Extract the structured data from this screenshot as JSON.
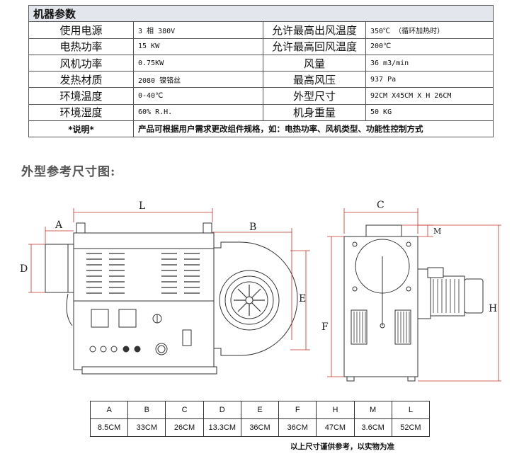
{
  "spec": {
    "title": "机器参数",
    "rows": [
      {
        "l1": "使用电源",
        "v1": "3 相 380V",
        "l2": "允许最高出风温度",
        "v2": "350℃  （循环加热时）"
      },
      {
        "l1": "电热功率",
        "v1": "15 KW",
        "l2": "允许最高回风温度",
        "v2": "200℃"
      },
      {
        "l1": "风机功率",
        "v1": "0.75KW",
        "l2": "风量",
        "v2": "36 m3/min"
      },
      {
        "l1": "发热材质",
        "v1": "2080 镍铬丝",
        "l2": "最高风压",
        "v2": "937 Pa"
      },
      {
        "l1": "环境温度",
        "v1": "0-40℃",
        "l2": "外型尺寸",
        "v2": "92CM X45CM X H 26CM"
      },
      {
        "l1": "环境湿度",
        "v1": "60% R.H.",
        "l2": "机身重量",
        "v2": "50 KG"
      }
    ],
    "note_label": "*说明*",
    "note_text": "产品可根据用户需求更改组件规格，如：电热功率、风机类型、功能性控制方式"
  },
  "section_title": "外型参考尺寸图:",
  "drawing_labels": {
    "A": "A",
    "B": "B",
    "C": "C",
    "D": "D",
    "E": "E",
    "F": "F",
    "H": "H",
    "M": "M",
    "L": "L"
  },
  "dimensions": {
    "headers": [
      "A",
      "B",
      "C",
      "D",
      "E",
      "F",
      "H",
      "M",
      "L"
    ],
    "values": [
      "8.5CM",
      "33CM",
      "26CM",
      "13.3CM",
      "36CM",
      "36CM",
      "47CM",
      "3.6CM",
      "52CM"
    ]
  },
  "footnote": "以上尺寸谨供参考，以实物为准",
  "colors": {
    "dimension_line": "#c0302a",
    "header_bg": "#e3e6ec"
  }
}
